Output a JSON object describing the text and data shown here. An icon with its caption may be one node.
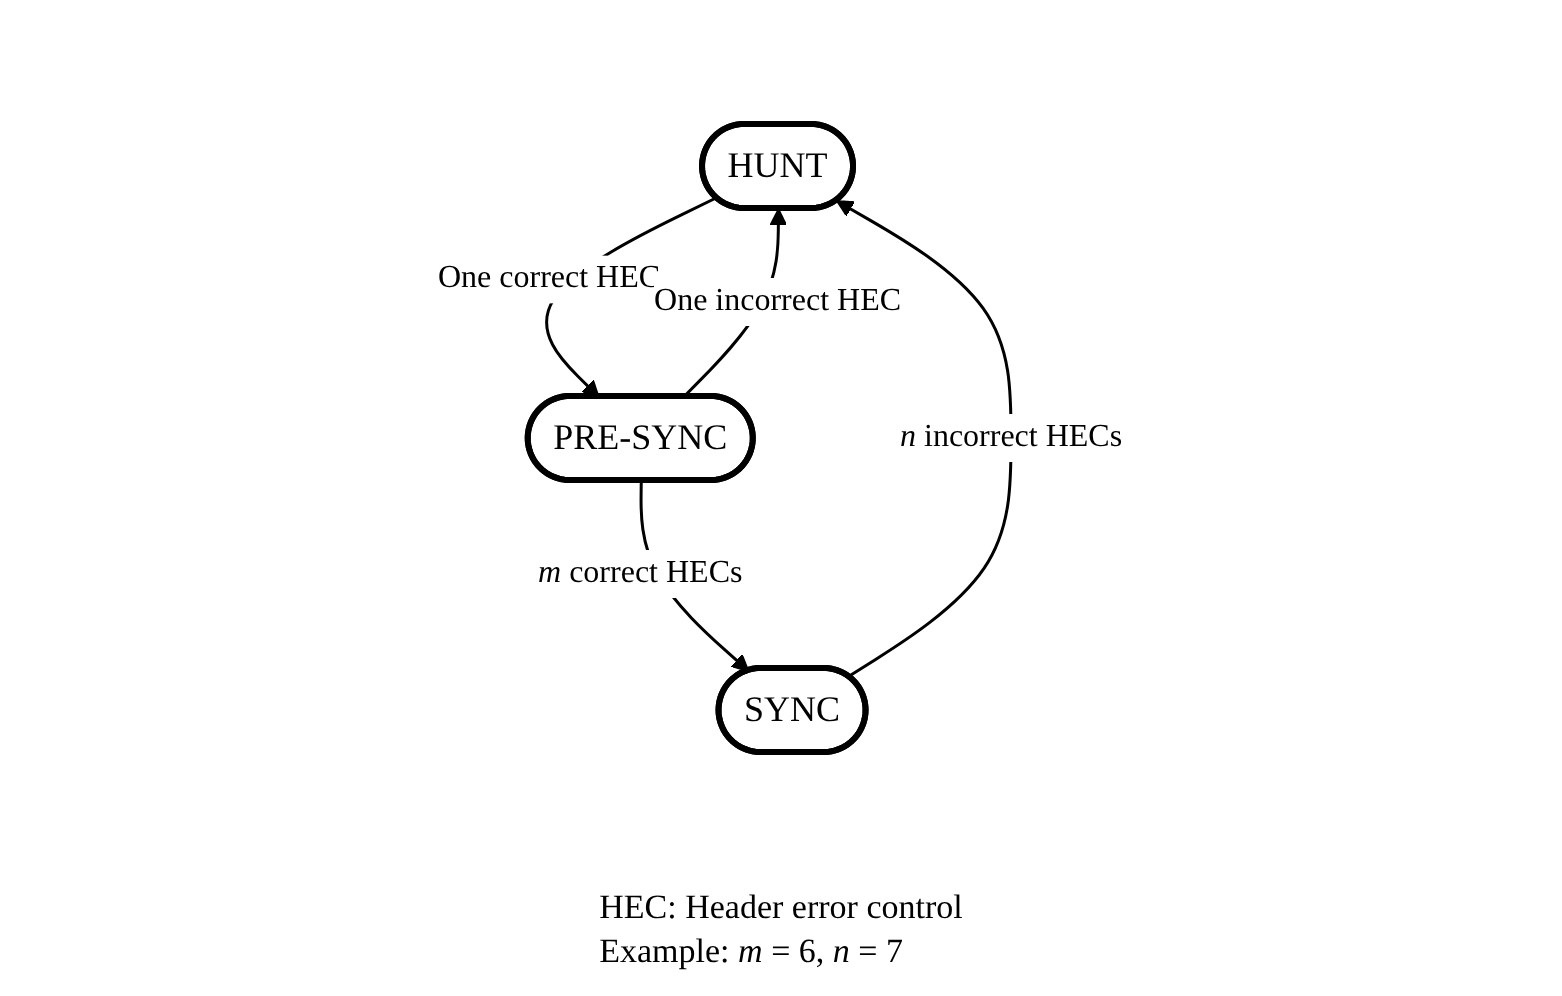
{
  "diagram": {
    "nodes": [
      {
        "text": [
          "HUNT"
        ]
      },
      {
        "text": [
          "PRE-SYNC"
        ]
      },
      {
        "text": [
          "SYNC"
        ]
      }
    ],
    "edges": [
      {
        "from": 0,
        "to": 1,
        "arrow": "to",
        "label": "One correct HEC"
      },
      {
        "from": 1,
        "to": 0,
        "arrow": "to",
        "label": "One incorrect HEC"
      },
      {
        "from": 1,
        "to": 2,
        "arrow": "to",
        "label": "*m* correct HECs"
      },
      {
        "from": 2,
        "to": 0,
        "arrow": "to",
        "label": "*n* incorrect HECs"
      }
    ],
    "labels": [
      "HEC: Header error control",
      "Example: *m* = 6, *n* = 7"
    ]
  }
}
